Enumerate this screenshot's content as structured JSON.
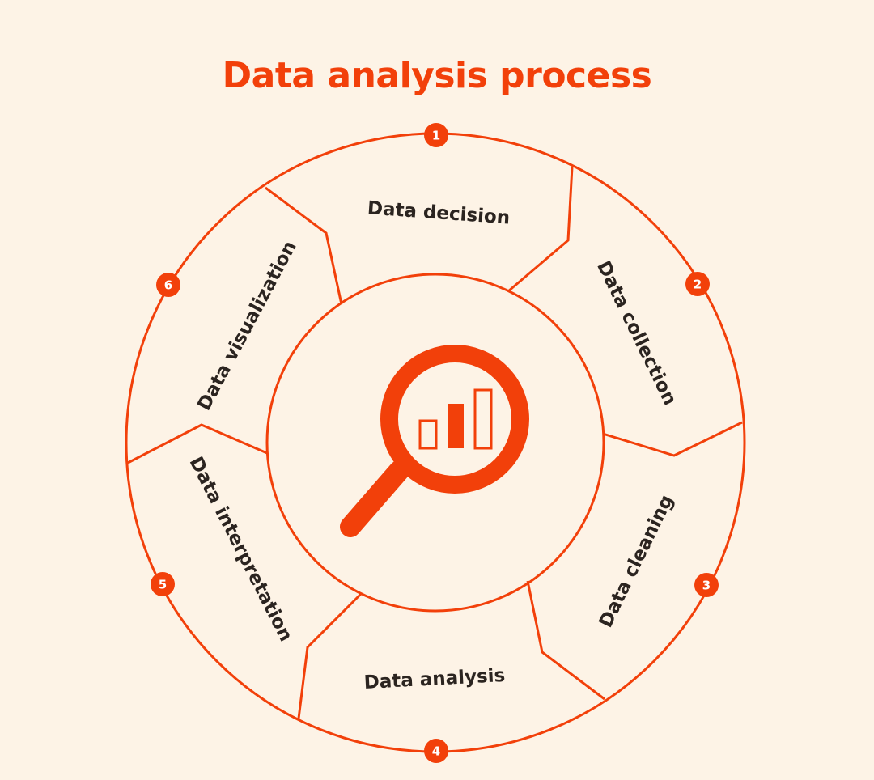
{
  "title": "Data analysis process",
  "colors": {
    "accent": "#f2400a",
    "background": "#fdf3e6",
    "text": "#2b2420",
    "badge_text": "#ffffff"
  },
  "center_icon": "magnifying-glass-bar-chart-icon",
  "steps": [
    {
      "number": "1",
      "label": "Data decision"
    },
    {
      "number": "2",
      "label": "Data collection"
    },
    {
      "number": "3",
      "label": "Data cleaning"
    },
    {
      "number": "4",
      "label": "Data analysis"
    },
    {
      "number": "5",
      "label": "Data interpretation"
    },
    {
      "number": "6",
      "label": "Data visualization"
    }
  ]
}
